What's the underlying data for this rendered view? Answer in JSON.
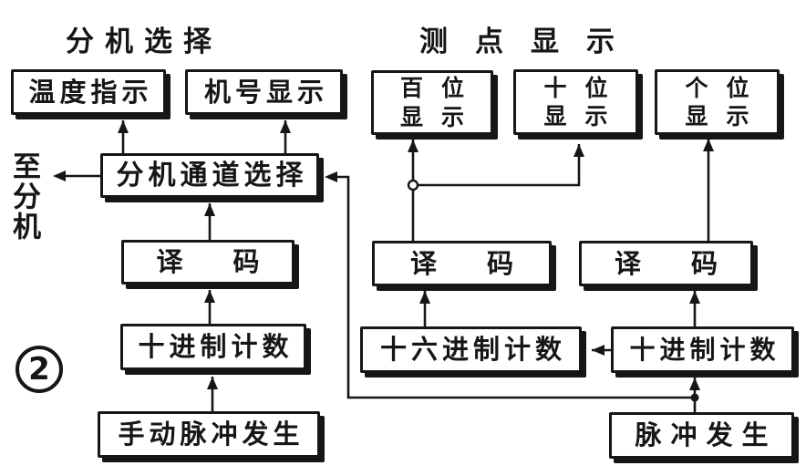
{
  "figure": {
    "titles": {
      "left": "分机选择",
      "right": "测点显示"
    },
    "side_label": "至分机",
    "figure_number": "2"
  },
  "boxes": {
    "temp_indicator": {
      "label": "温度指示"
    },
    "machine_no_display": {
      "label": "机号显示"
    },
    "channel_selector": {
      "label": "分机通道选择"
    },
    "decoder_left": {
      "label": "译码"
    },
    "decimal_counter_left": {
      "label": "十进制计数"
    },
    "manual_pulse_gen": {
      "label": "手动脉冲发生"
    },
    "hundreds_display": {
      "lines": [
        "百位",
        "显示"
      ]
    },
    "tens_display": {
      "lines": [
        "十位",
        "显示"
      ]
    },
    "units_display": {
      "lines": [
        "个位",
        "显示"
      ]
    },
    "decoder_mid": {
      "label": "译码"
    },
    "decoder_right": {
      "label": "译码"
    },
    "hex_counter": {
      "label": "十六进制计数"
    },
    "decimal_counter_right": {
      "label": "十进制计数"
    },
    "pulse_gen": {
      "label": "脉冲发生"
    }
  },
  "edges": [
    {
      "from": "manual_pulse_gen",
      "to": "decimal_counter_left"
    },
    {
      "from": "decimal_counter_left",
      "to": "decoder_left"
    },
    {
      "from": "decoder_left",
      "to": "channel_selector"
    },
    {
      "from": "channel_selector",
      "to": "temp_indicator"
    },
    {
      "from": "channel_selector",
      "to": "machine_no_display"
    },
    {
      "from": "channel_selector",
      "to": "to_extensions_label"
    },
    {
      "from": "pulse_gen",
      "to": "decimal_counter_right"
    },
    {
      "from": "pulse_gen",
      "to": "channel_selector"
    },
    {
      "from": "decimal_counter_right",
      "to": "hex_counter"
    },
    {
      "from": "decimal_counter_right",
      "to": "decoder_right"
    },
    {
      "from": "hex_counter",
      "to": "decoder_mid"
    },
    {
      "from": "decoder_mid",
      "to": "hundreds_display"
    },
    {
      "from": "decoder_mid",
      "to": "tens_display"
    },
    {
      "from": "decoder_right",
      "to": "units_display"
    }
  ],
  "colors": {
    "ink": "#161616",
    "background": "#ffffff"
  }
}
